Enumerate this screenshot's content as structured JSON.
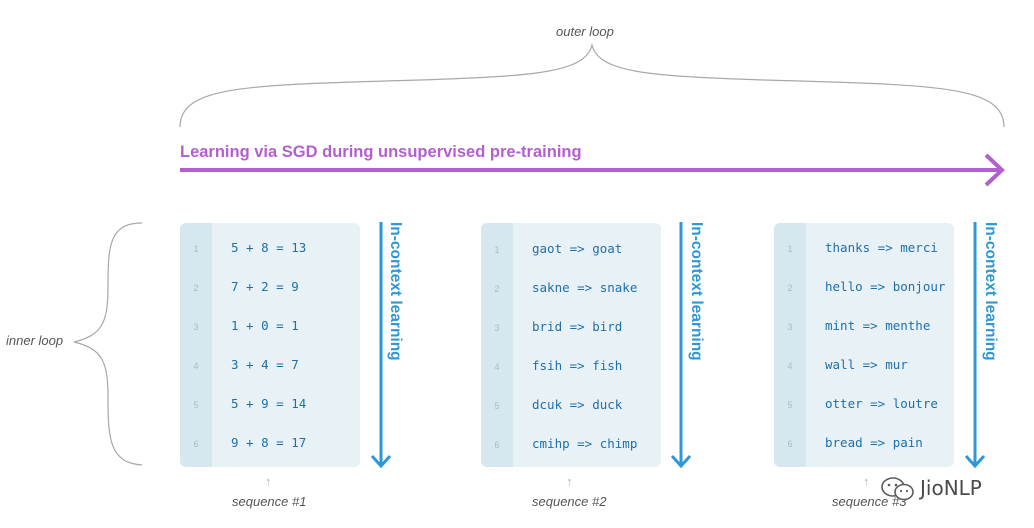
{
  "outer_loop_label": "outer loop",
  "inner_loop_label": "inner loop",
  "sgd_title": "Learning via SGD during unsupervised pre-training",
  "icl_label": "In-context learning",
  "watermark": "JioNLP",
  "colors": {
    "sgd": "#b35fcf",
    "icl": "#2e97d4",
    "card": "#e8f1f6",
    "code": "#1f6fa8"
  },
  "sequences": [
    {
      "label": "sequence #1",
      "lines": [
        {
          "n": "1",
          "text": "5 + 8 = 13"
        },
        {
          "n": "2",
          "text": "7 + 2 = 9"
        },
        {
          "n": "3",
          "text": "1 + 0 = 1"
        },
        {
          "n": "4",
          "text": "3 + 4 = 7"
        },
        {
          "n": "5",
          "text": "5 + 9 = 14"
        },
        {
          "n": "6",
          "text": "9 + 8 = 17"
        }
      ]
    },
    {
      "label": "sequence #2",
      "lines": [
        {
          "n": "1",
          "text": "gaot => goat"
        },
        {
          "n": "2",
          "text": "sakne => snake"
        },
        {
          "n": "3",
          "text": "brid => bird"
        },
        {
          "n": "4",
          "text": "fsih => fish"
        },
        {
          "n": "5",
          "text": "dcuk => duck"
        },
        {
          "n": "6",
          "text": "cmihp => chimp"
        }
      ]
    },
    {
      "label": "sequence #3",
      "lines": [
        {
          "n": "1",
          "text": "thanks => merci"
        },
        {
          "n": "2",
          "text": "hello => bonjour"
        },
        {
          "n": "3",
          "text": "mint => menthe"
        },
        {
          "n": "4",
          "text": "wall => mur"
        },
        {
          "n": "5",
          "text": "otter => loutre"
        },
        {
          "n": "6",
          "text": "bread => pain"
        }
      ]
    }
  ]
}
